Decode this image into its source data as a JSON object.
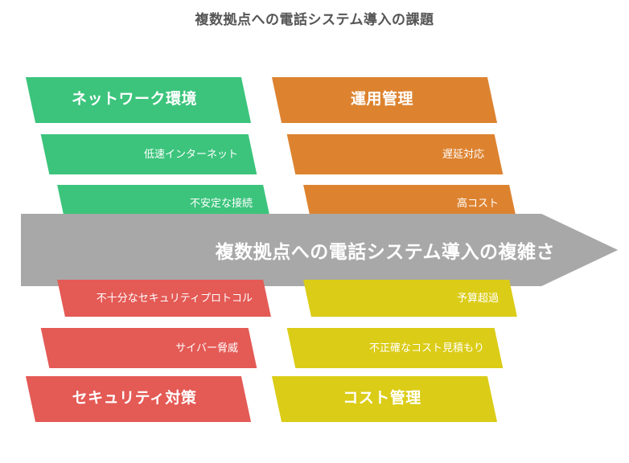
{
  "title": "複数拠点への電話システム導入の課題",
  "arrow": {
    "label": "複数拠点への電話システム導入の複雑さ",
    "color": "#a8a8a8",
    "direction": "right"
  },
  "colors": {
    "network_green": "#3cc47c",
    "operation_orange": "#dd8330",
    "security_red": "#e45a55",
    "cost_yellow": "#dbcc17",
    "arrow_gray": "#a8a8a8",
    "title_text": "#555555",
    "label_text": "#ffffff",
    "background": "#ffffff"
  },
  "groups": [
    {
      "id": "network",
      "position": "top-left",
      "color": "#3cc47c",
      "header": "ネットワーク環境",
      "items": [
        "低速インターネット",
        "不安定な接続"
      ]
    },
    {
      "id": "operation",
      "position": "top-right",
      "color": "#dd8330",
      "header": "運用管理",
      "items": [
        "遅延対応",
        "高コスト"
      ]
    },
    {
      "id": "security",
      "position": "bottom-left",
      "color": "#e45a55",
      "header": "セキュリティ対策",
      "items": [
        "不十分なセキュリティプロトコル",
        "サイバー脅威"
      ]
    },
    {
      "id": "cost",
      "position": "bottom-right",
      "color": "#dbcc17",
      "header": "コスト管理",
      "items": [
        "予算超過",
        "不正確なコスト見積もり"
      ]
    }
  ],
  "bars": {
    "network_header": "ネットワーク環境",
    "network_item1": "低速インターネット",
    "network_item2": "不安定な接続",
    "operation_header": "運用管理",
    "operation_item1": "遅延対応",
    "operation_item2": "高コスト",
    "security_header": "セキュリティ対策",
    "security_item1": "不十分なセキュリティプロトコル",
    "security_item2": "サイバー脅威",
    "cost_header": "コスト管理",
    "cost_item1": "予算超過",
    "cost_item2": "不正確なコスト見積もり"
  }
}
